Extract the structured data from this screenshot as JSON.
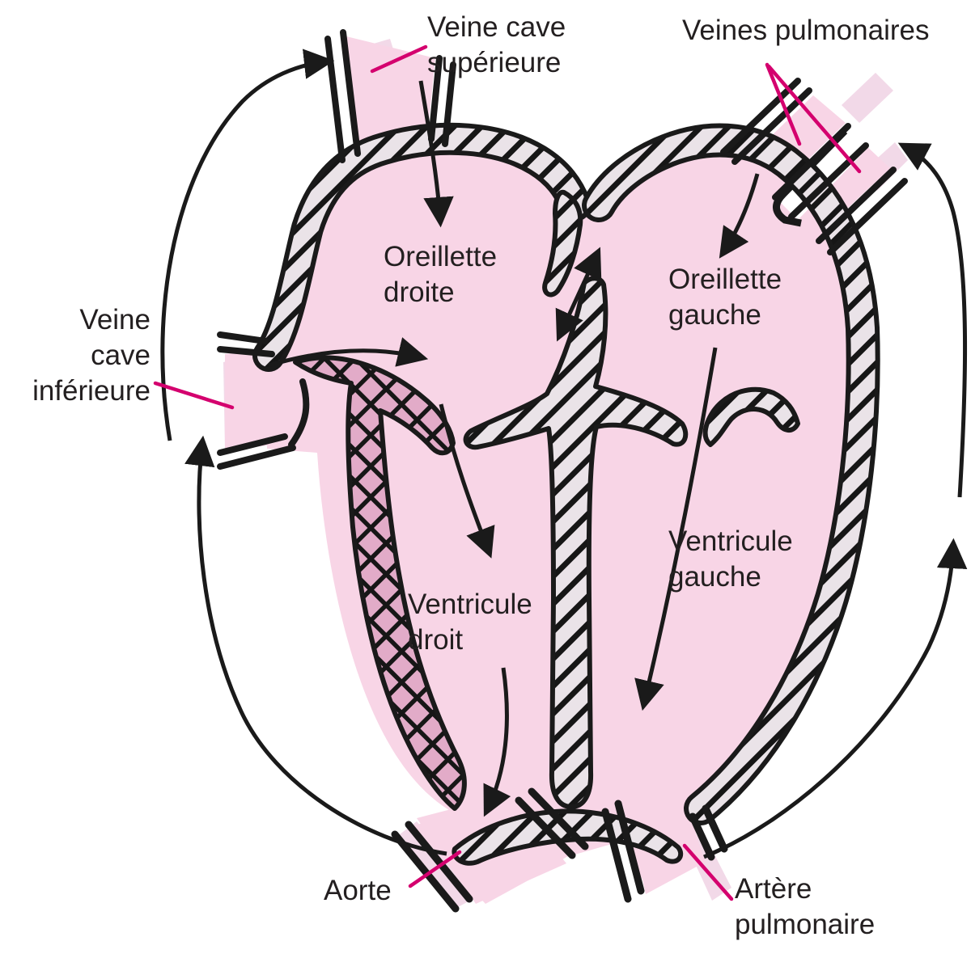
{
  "figure": {
    "type": "anatomical-heart-cross-section",
    "language": "fr"
  },
  "labels": {
    "veine_cave_superieure": "Veine cave\nsupérieure",
    "veines_pulmonaires": "Veines pulmonaires",
    "veine_cave_inferieure": "Veine\ncave\ninférieure",
    "oreillette_droite": "Oreillette\ndroite",
    "oreillette_gauche": "Oreillette\ngauche",
    "ventricule_droit": "Ventricule\ndroit",
    "ventricule_gauche": "Ventricule\ngauche",
    "aorte": "Aorte",
    "artere_pulmonaire": "Artère\npulmonaire"
  },
  "colors": {
    "chamber_pink": "#f8d5e6",
    "wall_hatch_background": "#eae3e8",
    "ventricle_wall_pink": "#e2abc8",
    "outline_black": "#1a1a1a",
    "leader_magenta": "#d4006e",
    "text": "#231f20",
    "shadow_pink": "#f2d9e8"
  }
}
